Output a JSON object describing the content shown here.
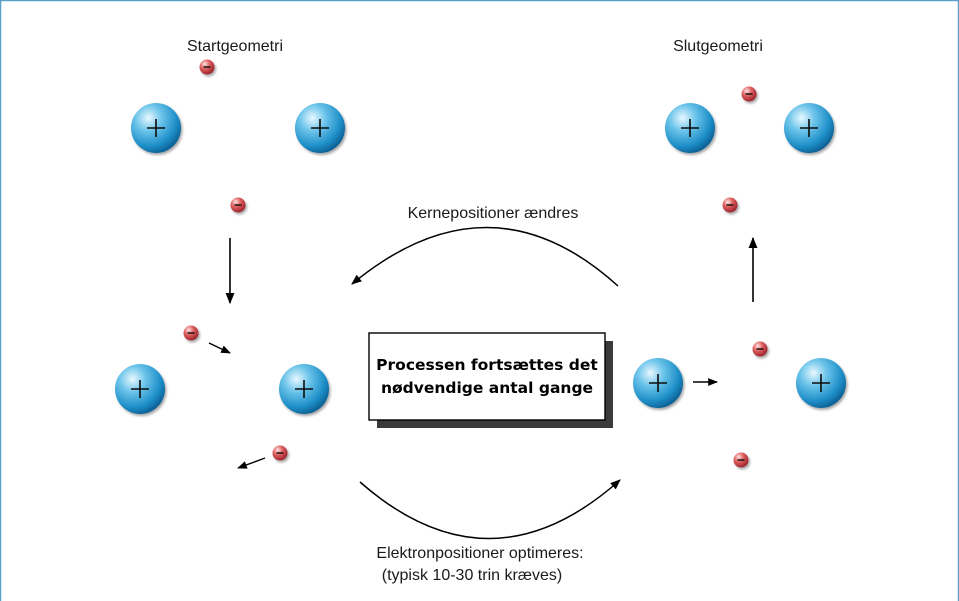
{
  "labels": {
    "start_geometry": "Startgeometri",
    "end_geometry": "Slutgeometri",
    "nuclear_positions": "Kernepositioner ændres",
    "electron_positions_line1": "Elektronpositioner optimeres:",
    "electron_positions_line2": "(typisk 10-30 trin kræves)",
    "process_line1": "Processen fortsættes det",
    "process_line2": "nødvendige antal gange"
  },
  "symbols": {
    "nucleus": "+",
    "electron": "–"
  },
  "colors": {
    "frame": "#5aa0c8",
    "nucleus_core": "#1e8fc8",
    "nucleus_highlight": "#e8f8ff",
    "electron_core": "#b52a35",
    "electron_highlight": "#ffe4e4",
    "arrow": "#000000"
  }
}
